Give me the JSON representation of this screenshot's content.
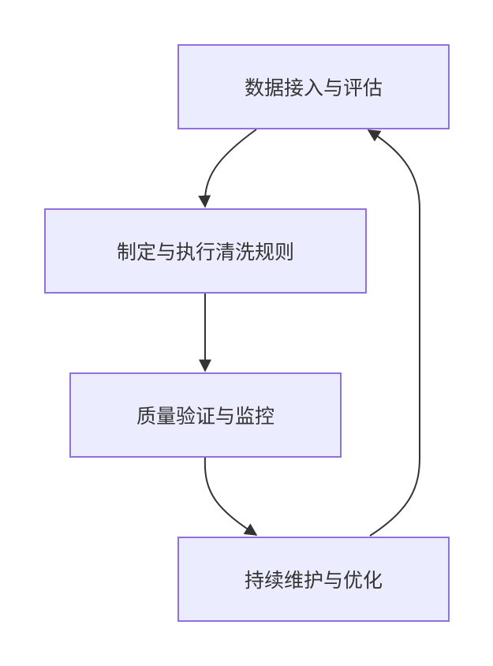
{
  "diagram": {
    "type": "flowchart",
    "direction": "top-down",
    "colors": {
      "node_fill": "#ececff",
      "node_border": "#9370db",
      "edge": "#333333",
      "text": "#333333"
    },
    "nodes": [
      {
        "id": "A",
        "label": "数据接入与评估"
      },
      {
        "id": "B",
        "label": "制定与执行清洗规则"
      },
      {
        "id": "C",
        "label": "质量验证与监控"
      },
      {
        "id": "D",
        "label": "持续维护与优化"
      }
    ],
    "edges": [
      {
        "from": "A",
        "to": "B"
      },
      {
        "from": "B",
        "to": "C"
      },
      {
        "from": "C",
        "to": "D"
      },
      {
        "from": "D",
        "to": "A"
      }
    ]
  }
}
